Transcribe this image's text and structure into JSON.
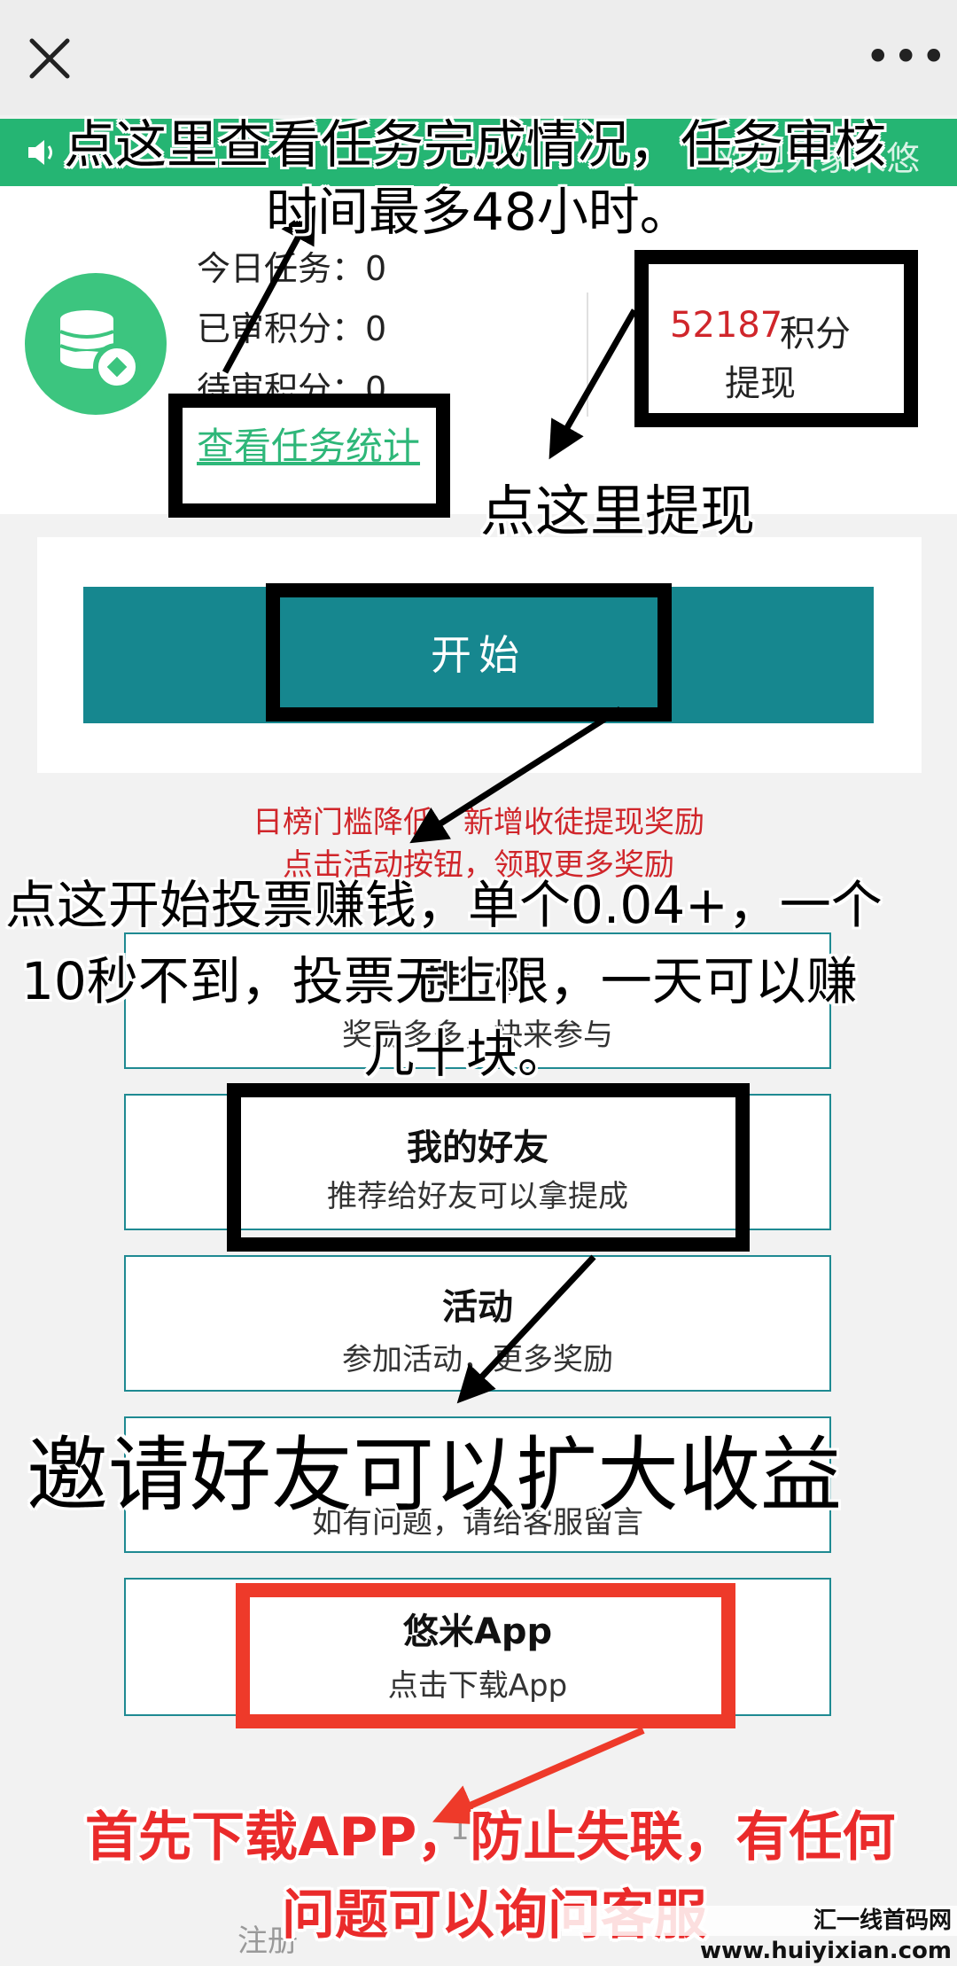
{
  "header": {
    "more_label": "•••"
  },
  "marquee": {
    "text": "欢迎大家来悠"
  },
  "stats": {
    "today_tasks": "今日任务：0",
    "approved_points": "已审积分：0",
    "pending_points": "待审积分：0",
    "task_stats_link": "查看任务统计"
  },
  "points": {
    "value": "52187",
    "unit": "积分",
    "withdraw": "提现"
  },
  "start_button": "开始",
  "notices": [
    "日榜门槛降低，新增收徒提现奖励",
    "点击活动按钮，领取更多奖励"
  ],
  "menu": [
    {
      "title": "排行榜",
      "subtitle": "奖励多多，快来参与"
    },
    {
      "title": "我的好友",
      "subtitle": "推荐给好友可以拿提成"
    },
    {
      "title": "活动",
      "subtitle": "参加活动，更多奖励"
    },
    {
      "title": "客服",
      "subtitle": "如有问题，请给客服留言"
    },
    {
      "title": "悠米App",
      "subtitle": "点击下载App"
    }
  ],
  "footer": {
    "count": "17",
    "note": "注册"
  },
  "annotations": {
    "task_check_line1": "点这里查看任务完成情况，任务审核",
    "task_check_line2": "时间最多48小时。",
    "withdraw_here": "点这里提现",
    "vote_line1": "点这开始投票赚钱，单个0.04+，一个",
    "vote_line2": "10秒不到，投票无上限，一天可以赚",
    "vote_line3": "几十块。",
    "invite": "邀请好友可以扩大收益",
    "download_line1": "首先下载APP，防止失联，有任何",
    "download_line2": "问题可以询问客服"
  },
  "watermark": "汇一线首码网 www.huiyixian.com",
  "colors": {
    "primary_teal": "#16878f",
    "marquee_green": "#25b573",
    "accent_red": "#d0262b",
    "annotation_red": "#ea2b2b"
  }
}
